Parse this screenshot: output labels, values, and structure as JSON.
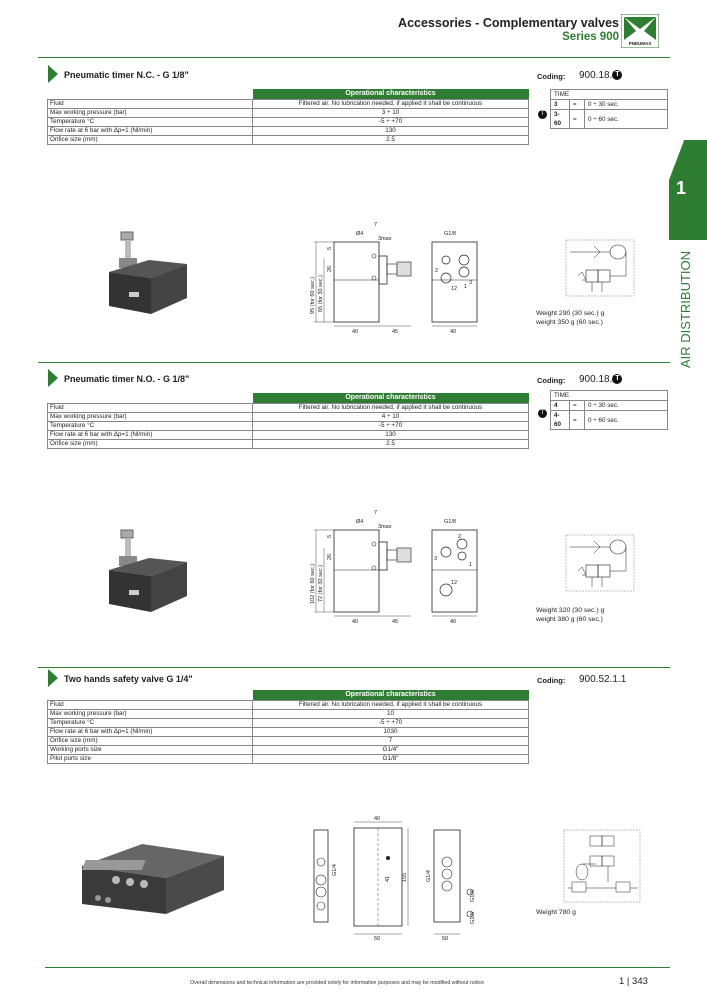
{
  "header": {
    "title": "Accessories - Complementary valves",
    "series": "Series 900",
    "logo_text": "PNEUMAX"
  },
  "side_tab": {
    "number": "1",
    "label": "AIR DISTRIBUTION"
  },
  "sections": [
    {
      "title": "Pneumatic timer N.C. - G 1/8\"",
      "coding_label": "Coding:",
      "coding_value": "900.18.",
      "coding_bullet": "T",
      "op_header": "Operational characteristics",
      "rows": [
        {
          "label": "Fluid",
          "value": "Filtered air. No lubrication needed, if applied it shall be continuous"
        },
        {
          "label": "Max working pressure (bar)",
          "value": "3 ÷ 10"
        },
        {
          "label": "Temperature °C",
          "value": "-5 ÷ +70"
        },
        {
          "label": "Flow rate at 6 bar with Δp=1 (Nl/min)",
          "value": "130"
        },
        {
          "label": "Orifice size (mm)",
          "value": "2.5"
        }
      ],
      "time_header": "TIME",
      "time_rows": [
        {
          "code": "3",
          "eq": "=",
          "range": "0 ÷ 30 sec."
        },
        {
          "code": "3-60",
          "eq": "=",
          "range": "0 ÷ 60 sec."
        }
      ],
      "weights": [
        "Weight 290 (30 sec.) g",
        "weight 350 g (60 sec.)"
      ],
      "dims": {
        "d": "Ø4",
        "seven": "7",
        "threemax": "3max",
        "five": "5",
        "twentysix": "26",
        "h1": "95 (for 60 sec.)",
        "h2": "65 (for 30 sec.)",
        "w1": "40",
        "w2": "45",
        "w3": "40",
        "port": "G1/8",
        "p2": "2",
        "p3": "3",
        "p1": "1",
        "p12": "12"
      }
    },
    {
      "title": "Pneumatic timer N.O. - G 1/8\"",
      "coding_label": "Coding:",
      "coding_value": "900.18.",
      "coding_bullet": "T",
      "op_header": "Operational characteristics",
      "rows": [
        {
          "label": "Fluid",
          "value": "Filtered air. No lubrication needed, if applied it shall be continuous"
        },
        {
          "label": "Max working pressure (bar)",
          "value": "4 ÷ 10"
        },
        {
          "label": "Temperature °C",
          "value": "-5 ÷ +70"
        },
        {
          "label": "Flow rate at 6 bar with Δp=1 (Nl/min)",
          "value": "130"
        },
        {
          "label": "Orifice size (mm)",
          "value": "2.5"
        }
      ],
      "time_header": "TIME",
      "time_rows": [
        {
          "code": "4",
          "eq": "=",
          "range": "0 ÷ 30 sec."
        },
        {
          "code": "4-60",
          "eq": "=",
          "range": "0 ÷ 60 sec."
        }
      ],
      "weights": [
        "Weight 320 (30 sec.) g",
        "weight 380 g (60 sec.)"
      ],
      "dims": {
        "d": "Ø4",
        "seven": "7",
        "threemax": "3max",
        "five": "5",
        "twentysix": "26",
        "h1": "102 (for 60 sec.)",
        "h2": "72 (for 30 sec.)",
        "w1": "40",
        "w2": "45",
        "w3": "40",
        "port": "G1/8",
        "p2": "2",
        "p3": "3",
        "p1": "1",
        "p12": "12"
      }
    },
    {
      "title": "Two hands safety valve G 1/4\"",
      "coding_label": "Coding:",
      "coding_value": "900.52.1.1",
      "op_header": "Operational characteristics",
      "rows": [
        {
          "label": "Fluid",
          "value": "Filtered air. No lubrication needed, if applied it shall be continuous"
        },
        {
          "label": "Max working pressure (bar)",
          "value": "10"
        },
        {
          "label": "Temperature °C",
          "value": "-5 ÷ +70"
        },
        {
          "label": "Flow rate at 6 bar with Δp=1 (Nl/min)",
          "value": "1030"
        },
        {
          "label": "Orifice size (mm)",
          "value": "7"
        },
        {
          "label": "Working ports size",
          "value": "G1/4\""
        },
        {
          "label": "Pilot ports size",
          "value": "G1/8\""
        }
      ],
      "weights": [
        "Weight 780 g"
      ],
      "dims": {
        "top": "40",
        "h41": "41",
        "h155": "155",
        "g14a": "G1/4",
        "g14b": "G1/4",
        "g18a": "G1/8",
        "g18b": "G1/8",
        "w50a": "50",
        "w50b": "50"
      }
    }
  ],
  "footer": {
    "note": "Overall dimensions and technical information are provided solely for informative purposes and may be modified without notice",
    "page": "1 | 343"
  },
  "colors": {
    "brand_green": "#2e7d32"
  }
}
